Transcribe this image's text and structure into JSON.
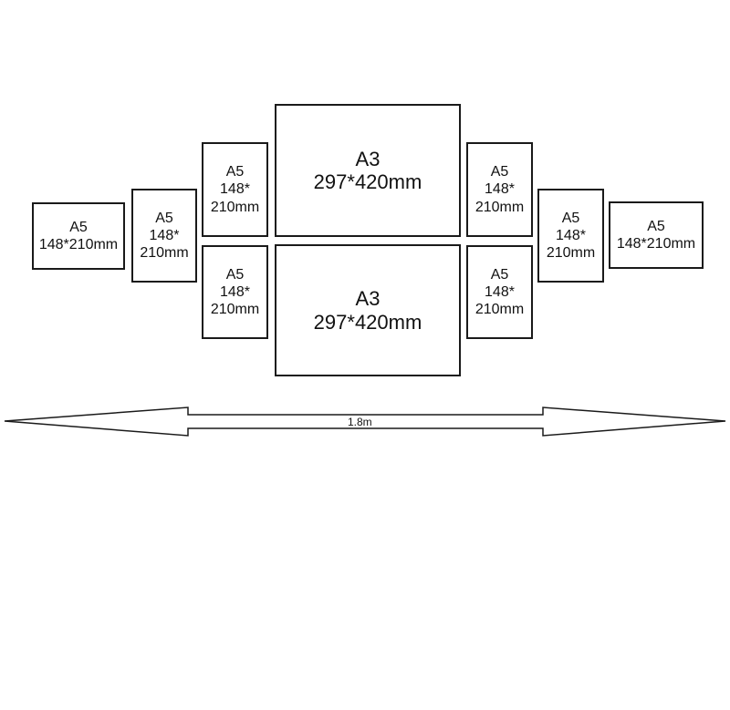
{
  "frames": {
    "far_left": {
      "line1": "A5",
      "line2": "148*210mm"
    },
    "mid_left": {
      "line1": "A5",
      "line2": "148*",
      "line3": "210mm"
    },
    "inner_left_top": {
      "line1": "A5",
      "line2": "148*",
      "line3": "210mm"
    },
    "inner_left_bot": {
      "line1": "A5",
      "line2": "148*",
      "line3": "210mm"
    },
    "center_top": {
      "line1": "A3",
      "line2": "297*420mm"
    },
    "center_bot": {
      "line1": "A3",
      "line2": "297*420mm"
    },
    "inner_right_top": {
      "line1": "A5",
      "line2": "148*",
      "line3": "210mm"
    },
    "inner_right_bot": {
      "line1": "A5",
      "line2": "148*",
      "line3": "210mm"
    },
    "mid_right": {
      "line1": "A5",
      "line2": "148*",
      "line3": "210mm"
    },
    "far_right": {
      "line1": "A5",
      "line2": "148*210mm"
    }
  },
  "dimension": {
    "label": "1.8m"
  }
}
